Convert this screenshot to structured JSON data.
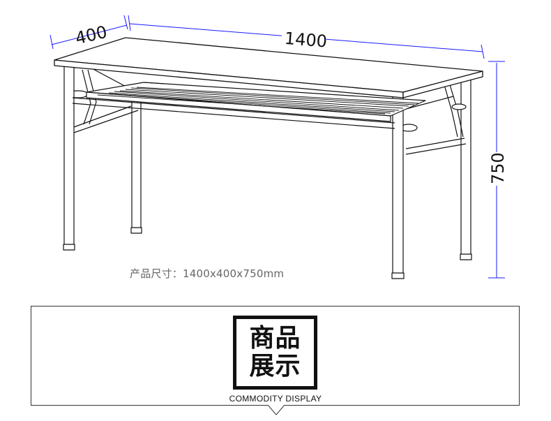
{
  "dimensions": {
    "width": "400",
    "length": "1400",
    "height": "750"
  },
  "size_caption": "产品尺寸：1400x400x750mm",
  "section": {
    "title_line1": "商品",
    "title_line2": "展示",
    "subtitle": "COMMODITY DISPLAY"
  },
  "colors": {
    "dimension_line": "#1a1aff",
    "drawing_line": "#111111",
    "caption_text": "#666666"
  }
}
